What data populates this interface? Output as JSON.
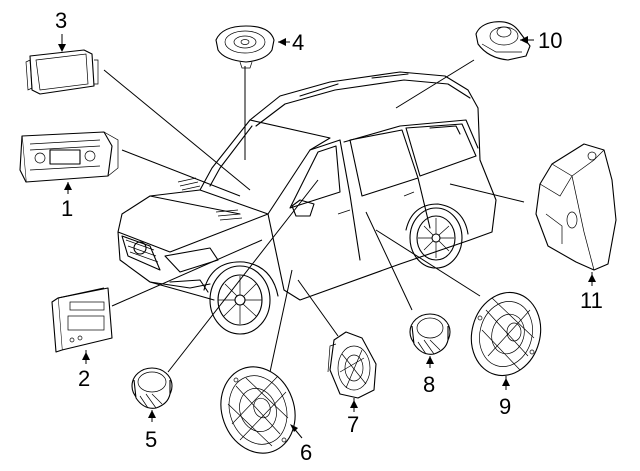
{
  "callouts": [
    "1",
    "2",
    "3",
    "4",
    "5",
    "6",
    "7",
    "8",
    "9",
    "10",
    "11"
  ],
  "parts": [
    {
      "id": "1",
      "icon": "head-unit-icon"
    },
    {
      "id": "2",
      "icon": "amplifier-module-icon"
    },
    {
      "id": "3",
      "icon": "display-screen-icon"
    },
    {
      "id": "4",
      "icon": "dash-speaker-icon"
    },
    {
      "id": "5",
      "icon": "tweeter-icon"
    },
    {
      "id": "6",
      "icon": "door-speaker-icon"
    },
    {
      "id": "7",
      "icon": "door-speaker-bracket-icon"
    },
    {
      "id": "8",
      "icon": "rear-tweeter-icon"
    },
    {
      "id": "9",
      "icon": "rear-door-speaker-icon"
    },
    {
      "id": "10",
      "icon": "rear-shelf-speaker-icon"
    },
    {
      "id": "11",
      "icon": "subwoofer-enclosure-icon"
    }
  ]
}
